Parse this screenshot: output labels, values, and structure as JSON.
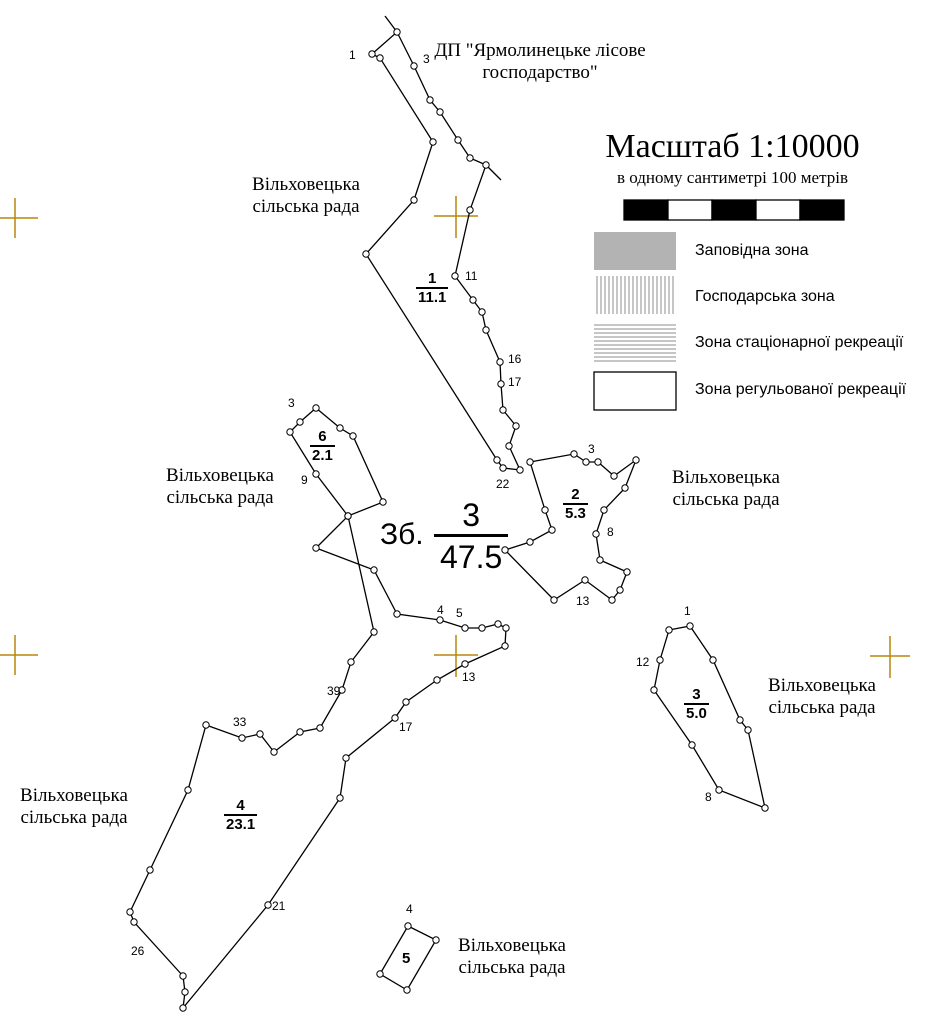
{
  "map": {
    "forest_enterprise": "ДП \"Ярмолинецьке лісове господарство\"",
    "council_labels": [
      "Вільховецька сільська рада",
      "Вільховецька сільська рада",
      "Вільховецька сільська рада",
      "Вільховецька сільська рада",
      "Вільховецька сільська рада",
      "Вільховецька сільська рада"
    ],
    "quarter_label": {
      "prefix": "Зб.",
      "number": "3",
      "area": "47.5"
    },
    "plots": [
      {
        "number": "1",
        "area": "11.1"
      },
      {
        "number": "2",
        "area": "5.3"
      },
      {
        "number": "3",
        "area": "5.0"
      },
      {
        "number": "4",
        "area": "23.1"
      },
      {
        "number": "5",
        "area": ""
      },
      {
        "number": "6",
        "area": "2.1"
      }
    ],
    "point_labels": [
      "1",
      "3",
      "11",
      "16",
      "17",
      "22",
      "3",
      "8",
      "13",
      "3",
      "9",
      "4",
      "5",
      "13",
      "39",
      "17",
      "33",
      "21",
      "26",
      "1",
      "12",
      "8",
      "4"
    ]
  },
  "scale": {
    "title": "Масштаб  1:10000",
    "subtitle": "в одному сантиметрі 100 метрів",
    "ratio": 10000
  },
  "legend": [
    {
      "label": "Заповідна зона",
      "fill": "solid-grey"
    },
    {
      "label": "Господарська зона",
      "fill": "vertical-hatch"
    },
    {
      "label": "Зона стаціонарної рекреації",
      "fill": "horizontal-hatch"
    },
    {
      "label": "Зона регульованої рекреації",
      "fill": "none"
    }
  ],
  "colors": {
    "boundary": "#000000",
    "cross_mark": "#b8860b",
    "reserve_zone": "#b3b3b3",
    "hatch": "#8c8c8c"
  }
}
